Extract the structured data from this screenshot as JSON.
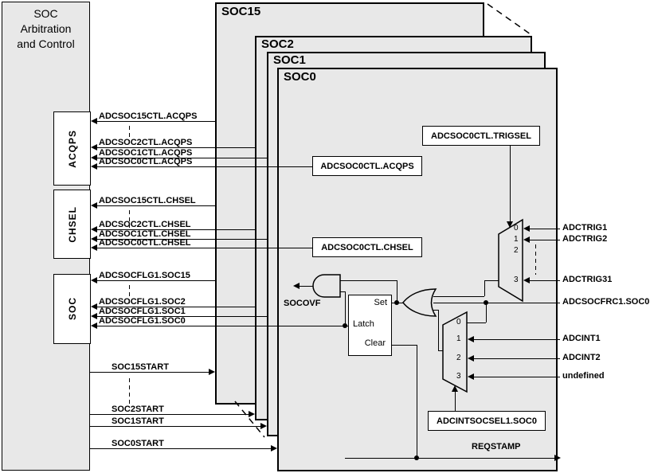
{
  "arbitration": {
    "title_line1": "SOC",
    "title_line2": "Arbitration",
    "title_line3": "and Control",
    "ports": {
      "acqps": "ACQPS",
      "chsel": "CHSEL",
      "soc": "SOC"
    }
  },
  "cards": {
    "soc15": "SOC15",
    "soc2": "SOC2",
    "soc1": "SOC1",
    "soc0": "SOC0"
  },
  "left_signals": {
    "acqps15": "ADCSOC15CTL.ACQPS",
    "acqps2": "ADCSOC2CTL.ACQPS",
    "acqps1": "ADCSOC1CTL.ACQPS",
    "acqps0": "ADCSOC0CTL.ACQPS",
    "chsel15": "ADCSOC15CTL.CHSEL",
    "chsel2": "ADCSOC2CTL.CHSEL",
    "chsel1": "ADCSOC1CTL.CHSEL",
    "chsel0": "ADCSOC0CTL.CHSEL",
    "flg15": "ADCSOCFLG1.SOC15",
    "flg2": "ADCSOCFLG1.SOC2",
    "flg1": "ADCSOCFLG1.SOC1",
    "flg0": "ADCSOCFLG1.SOC0",
    "start15": "SOC15START",
    "start2": "SOC2START",
    "start1": "SOC1START",
    "start0": "SOC0START"
  },
  "blocks": {
    "trigsel": "ADCSOC0CTL.TRIGSEL",
    "acqps": "ADCSOC0CTL.ACQPS",
    "chsel": "ADCSOC0CTL.CHSEL",
    "intsocsel": "ADCINTSOCSEL1.SOC0"
  },
  "latch": {
    "set": "Set",
    "label": "Latch",
    "clear": "Clear"
  },
  "outputs": {
    "socovf": "SOCOVF",
    "reqstamp": "REQSTAMP"
  },
  "right_signals": {
    "trig1": "ADCTRIG1",
    "trig2": "ADCTRIG2",
    "trig31": "ADCTRIG31",
    "frc": "ADCSOCFRC1.SOC0",
    "int1": "ADCINT1",
    "int2": "ADCINT2",
    "undef": "undefined"
  },
  "mux_trigger": {
    "in0": "0",
    "in1": "1",
    "in2": "2",
    "in3": "3"
  },
  "mux_adcint": {
    "in0": "0",
    "in1": "1",
    "in2": "2",
    "in3": "3"
  },
  "colors": {
    "card_fill": "#e8e8e8",
    "line": "#000000",
    "box_fill": "#ffffff"
  }
}
